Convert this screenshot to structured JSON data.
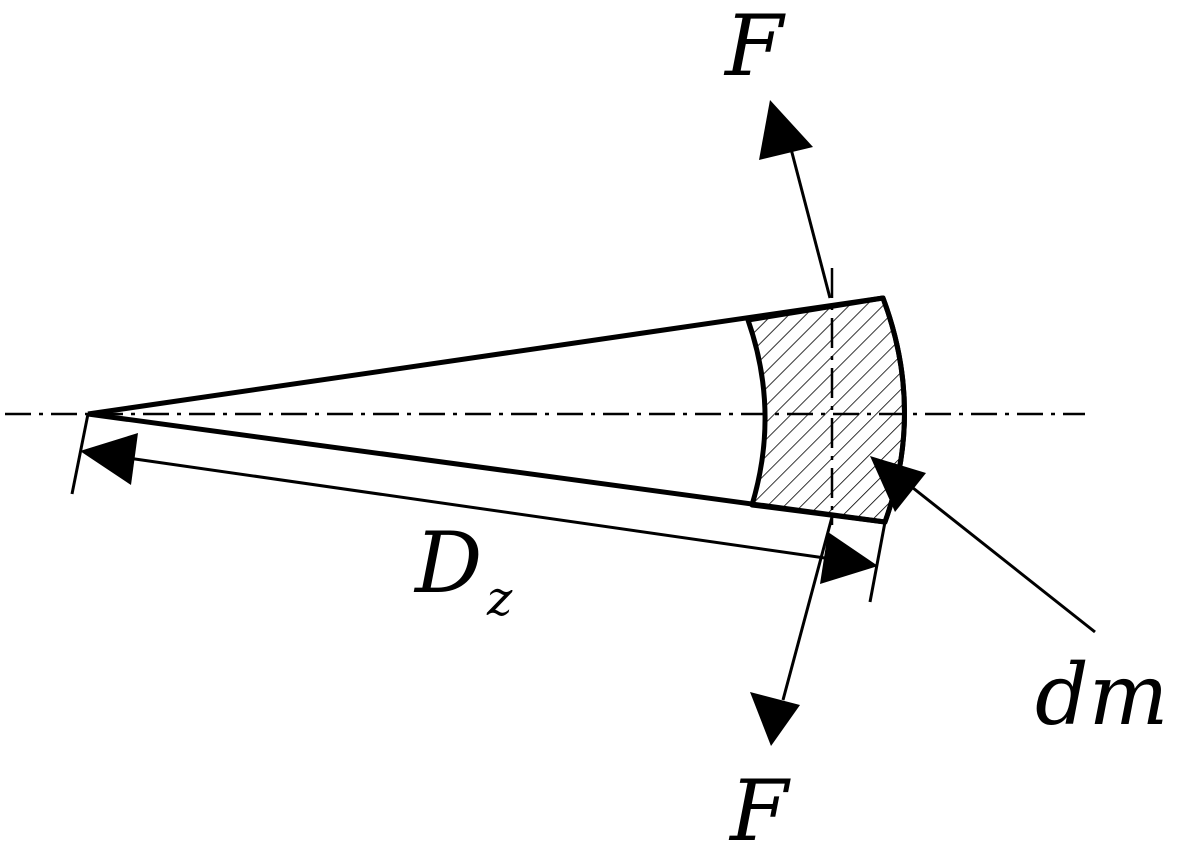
{
  "labels": {
    "force_top": "F",
    "force_bottom": "F",
    "distance_main": "D",
    "distance_sub": "z",
    "element": "dm"
  },
  "colors": {
    "ink": "#000000",
    "background": "#ffffff"
  }
}
